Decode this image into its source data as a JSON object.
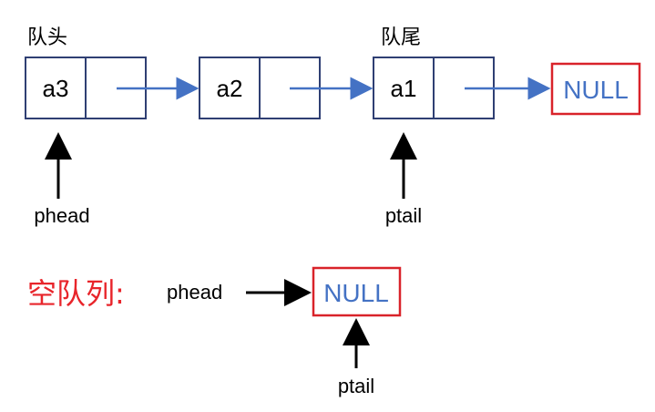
{
  "queue": {
    "head_label": "队头",
    "tail_label": "队尾",
    "nodes": [
      {
        "value": "a3"
      },
      {
        "value": "a2"
      },
      {
        "value": "a1"
      }
    ],
    "null_text": "NULL",
    "head_pointer": "phead",
    "tail_pointer": "ptail"
  },
  "empty_queue": {
    "label": "空队列:",
    "head_pointer": "phead",
    "null_text": "NULL",
    "tail_pointer": "ptail"
  },
  "colors": {
    "node_border": "#2F3F73",
    "arrow_blue": "#4472C4",
    "null_border": "#D9232A",
    "null_text": "#4472C4",
    "empty_label": "#E8252B"
  }
}
